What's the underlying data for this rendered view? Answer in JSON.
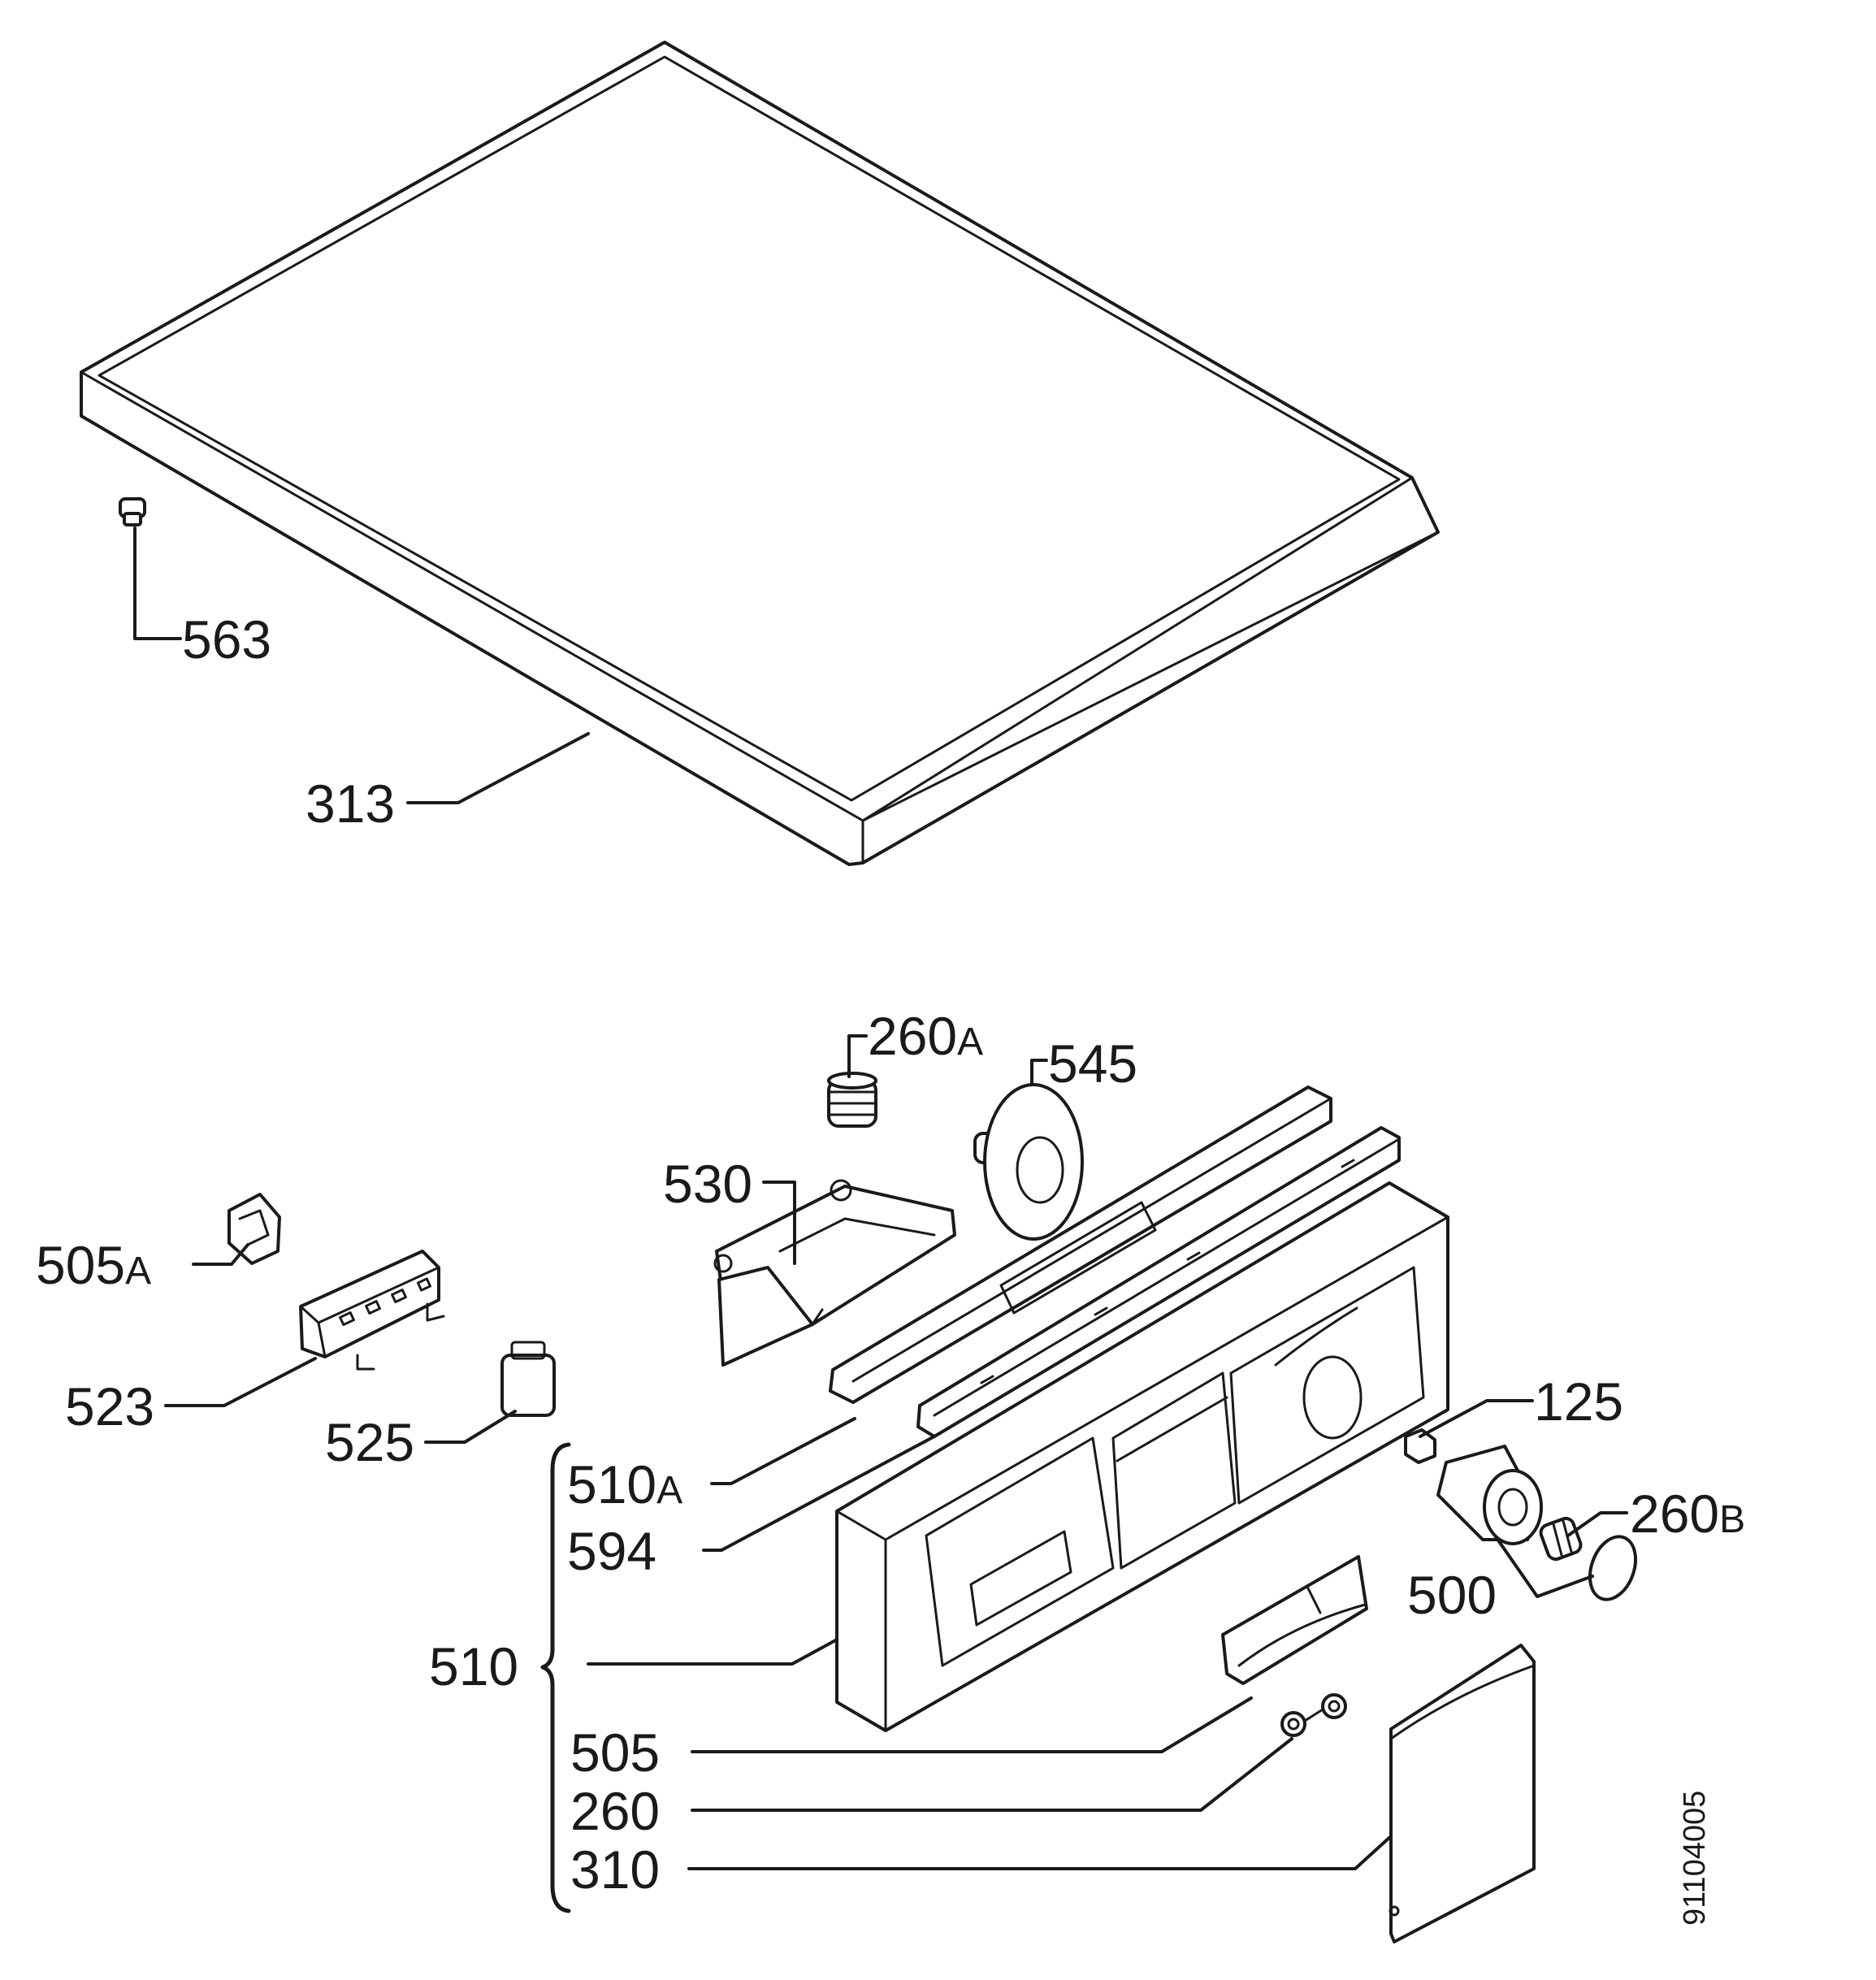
{
  "labels": {
    "p563": "563",
    "p313": "313",
    "p260a_num": "260",
    "p260a_suf": "A",
    "p545": "545",
    "p530": "530",
    "p505a_num": "505",
    "p505a_suf": "A",
    "p523": "523",
    "p525": "525",
    "p125": "125",
    "p510a_num": "510",
    "p510a_suf": "A",
    "p594": "594",
    "p260b_num": "260",
    "p260b_suf": "B",
    "p500": "500",
    "p510": "510",
    "p505": "505",
    "p260": "260",
    "p310": "310"
  },
  "doc_number": "91104005"
}
